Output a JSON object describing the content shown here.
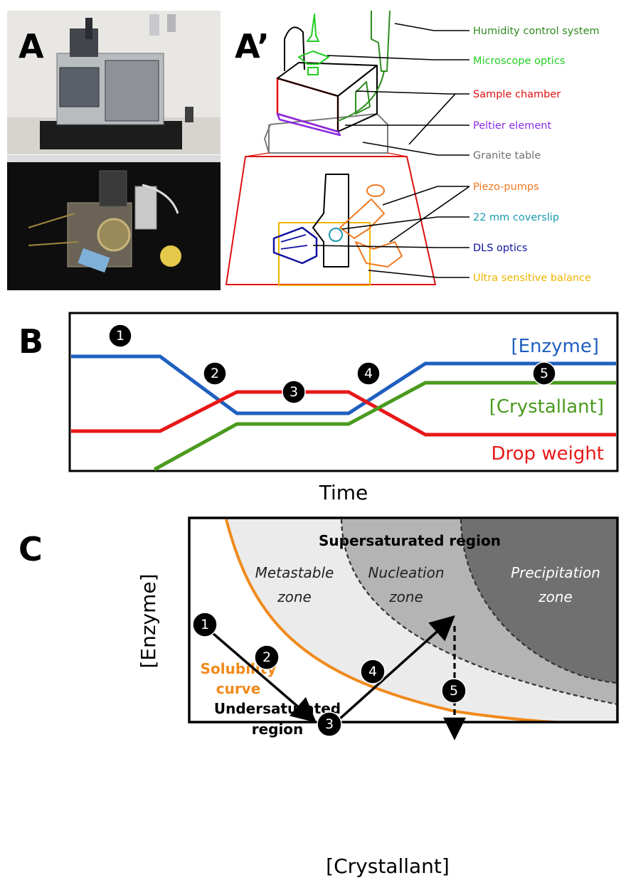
{
  "panels": {
    "a": "A",
    "a_prime": "A’",
    "b": "B",
    "c": "C"
  },
  "panel_a_prime": {
    "components": [
      {
        "label": "Humidity control system",
        "color": "#2e8b1e"
      },
      {
        "label": "Microscope optics",
        "color": "#22cc22"
      },
      {
        "label": "Sample chamber",
        "color": "#e01010"
      },
      {
        "label": "Peltier element",
        "color": "#8a2be2"
      },
      {
        "label": "Granite table",
        "color": "#707070"
      },
      {
        "label": "Piezo-pumps",
        "color": "#f07820"
      },
      {
        "label": "22 mm coverslip",
        "color": "#1a9ab0"
      },
      {
        "label": "DLS optics",
        "color": "#1010a0"
      },
      {
        "label": "Ultra sensitive balance",
        "color": "#f0b400"
      }
    ]
  },
  "panel_b": {
    "steps": [
      "1",
      "2",
      "3",
      "4",
      "5"
    ],
    "series": [
      {
        "name": "[Enzyme]",
        "color": "#1f5fbf"
      },
      {
        "name": "[Crystallant]",
        "color": "#4a9a1e"
      },
      {
        "name": "Drop weight",
        "color": "#e81818"
      }
    ],
    "xlabel": "Time"
  },
  "panel_c": {
    "region_top": "Supersaturated region",
    "zones": [
      {
        "line1": "Metastable",
        "line2": "zone",
        "color": "#ebebeb"
      },
      {
        "line1": "Nucleation",
        "line2": "zone",
        "color": "#b4b4b4"
      },
      {
        "line1": "Precipitation",
        "line2": "zone",
        "color": "#707070"
      }
    ],
    "curve_line1": "Solubility",
    "curve_line2": "curve",
    "curve_color": "#f08a1c",
    "region_bottom_line1": "Undersaturated",
    "region_bottom_line2": "region",
    "steps": [
      "1",
      "2",
      "3",
      "4",
      "5"
    ],
    "xlabel": "[Crystallant]",
    "ylabel": "[Enzyme]"
  }
}
